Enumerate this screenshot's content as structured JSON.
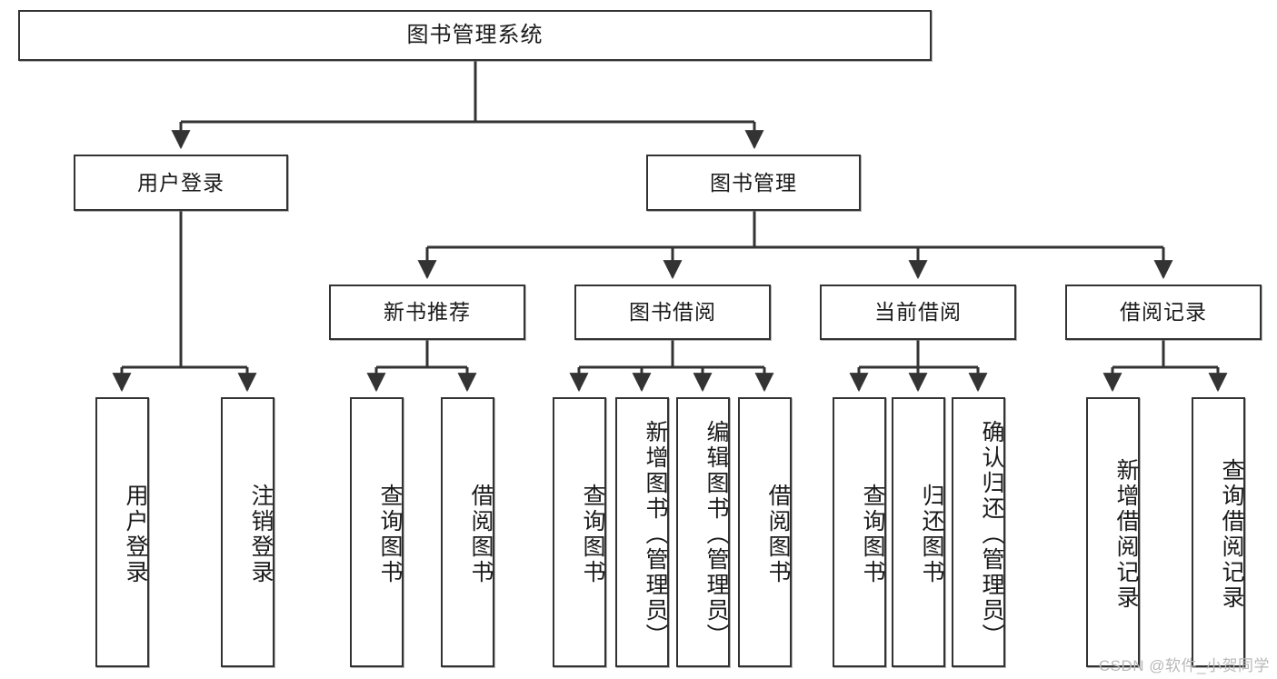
{
  "diagram": {
    "type": "tree",
    "title": "图书管理系统",
    "watermark": "CSDN @软件_小贺同学",
    "colors": {
      "node_border": "#333333",
      "node_fill": "#ffffff",
      "edge": "#333333",
      "text": "#1a1a1a",
      "watermark": "#b9b9b9"
    },
    "nodes": {
      "root": {
        "label": "图书管理系统"
      },
      "level2": [
        {
          "id": "user-login",
          "label": "用户登录"
        },
        {
          "id": "book-manage",
          "label": "图书管理"
        }
      ],
      "level3": [
        {
          "id": "new-book-recommend",
          "label": "新书推荐"
        },
        {
          "id": "book-borrow",
          "label": "图书借阅"
        },
        {
          "id": "current-borrow",
          "label": "当前借阅"
        },
        {
          "id": "borrow-record",
          "label": "借阅记录"
        }
      ],
      "leaves": {
        "user_login": [
          {
            "id": "leaf-user-login",
            "label": "用户登录"
          },
          {
            "id": "leaf-logout-login",
            "label": "注销登录"
          }
        ],
        "new_book_recommend": [
          {
            "id": "leaf-query-book-1",
            "label": "查询图书"
          },
          {
            "id": "leaf-borrow-book-1",
            "label": "借阅图书"
          }
        ],
        "book_borrow": [
          {
            "id": "leaf-query-book-2",
            "label": "查询图书"
          },
          {
            "id": "leaf-add-book",
            "label": "新增图书（管理员）"
          },
          {
            "id": "leaf-edit-book",
            "label": "编辑图书（管理员）"
          },
          {
            "id": "leaf-borrow-book-2",
            "label": "借阅图书"
          }
        ],
        "current_borrow": [
          {
            "id": "leaf-query-book-3",
            "label": "查询图书"
          },
          {
            "id": "leaf-return-book",
            "label": "归还图书"
          },
          {
            "id": "leaf-confirm-return",
            "label": "确认归还（管理员）"
          }
        ],
        "borrow_record": [
          {
            "id": "leaf-add-record",
            "label": "新增借阅记录"
          },
          {
            "id": "leaf-query-record",
            "label": "查询借阅记录"
          }
        ]
      }
    }
  }
}
